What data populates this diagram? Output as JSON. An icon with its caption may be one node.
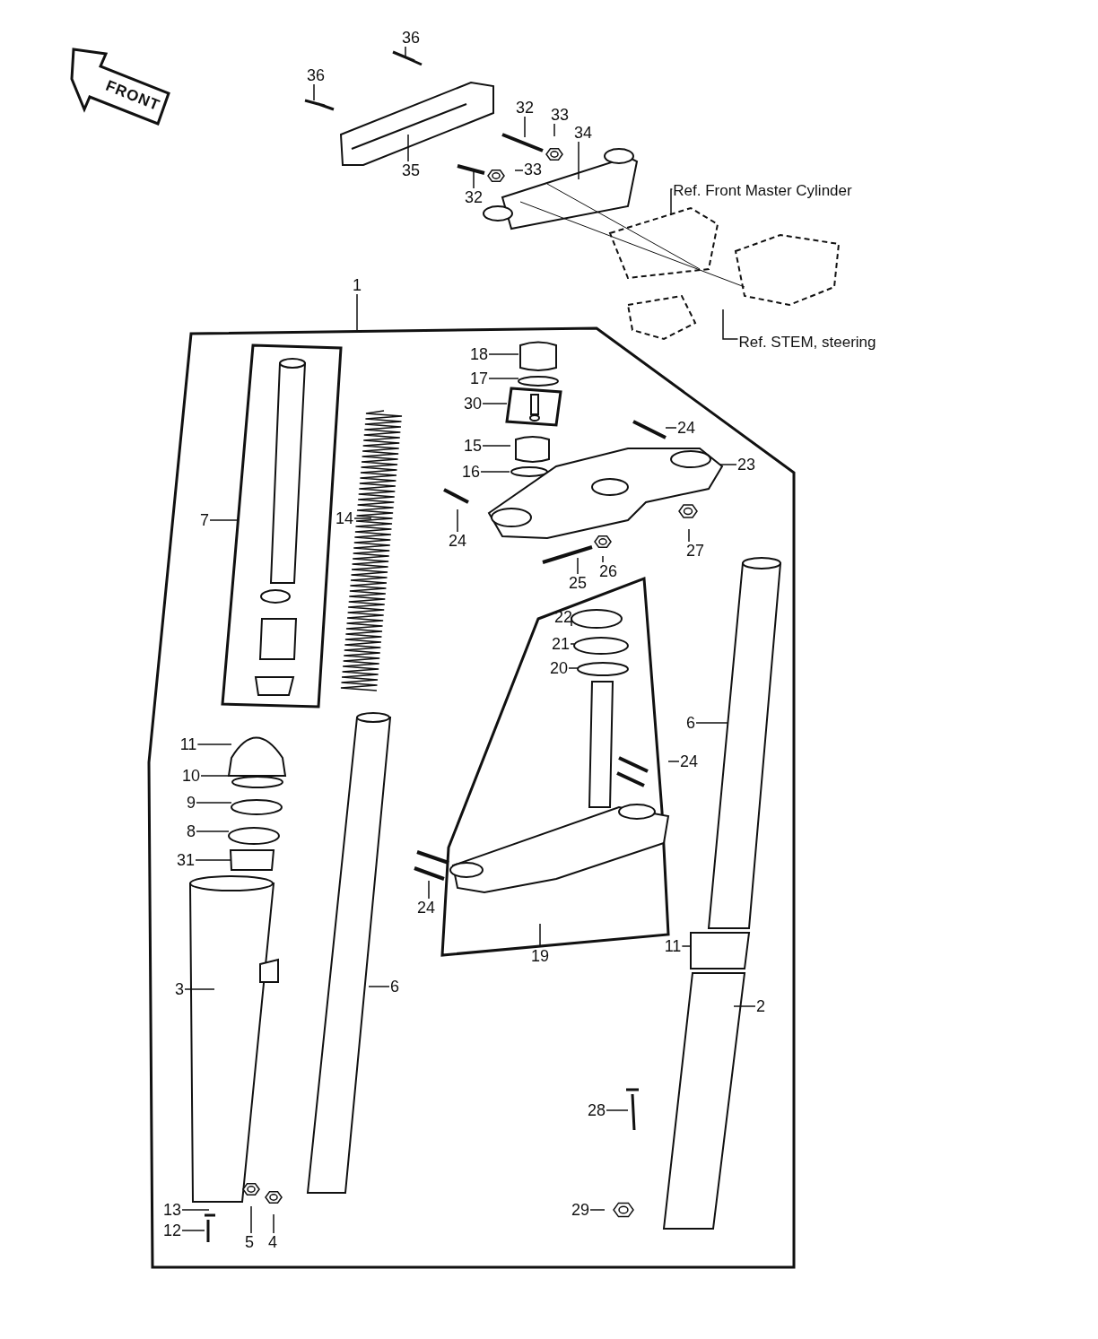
{
  "diagram": {
    "nodes": [
      {
        "text": [
          "36"
        ]
      },
      {
        "text": [
          "36"
        ]
      },
      {
        "text": [
          "32"
        ]
      },
      {
        "text": [
          "33"
        ]
      },
      {
        "text": [
          "34"
        ]
      },
      {
        "text": [
          "35"
        ]
      },
      {
        "text": [
          "33"
        ]
      },
      {
        "text": [
          "Ref. Front Master Cylinder"
        ]
      },
      {
        "text": [
          "32"
        ]
      },
      {
        "text": [
          "1"
        ]
      },
      {
        "text": [
          "Ref. STEM, steering"
        ]
      },
      {
        "text": [
          "18"
        ]
      },
      {
        "text": [
          "17"
        ]
      },
      {
        "text": [
          "30"
        ]
      },
      {
        "text": [
          "24"
        ]
      },
      {
        "text": [
          "15"
        ]
      },
      {
        "text": [
          "23"
        ]
      },
      {
        "text": [
          "16"
        ]
      },
      {
        "text": [
          "14"
        ]
      },
      {
        "text": [
          "7"
        ]
      },
      {
        "text": [
          "24"
        ]
      },
      {
        "text": [
          "27"
        ]
      },
      {
        "text": [
          "26"
        ]
      },
      {
        "text": [
          "25"
        ]
      },
      {
        "text": [
          "22"
        ]
      },
      {
        "text": [
          "21"
        ]
      },
      {
        "text": [
          "20"
        ]
      },
      {
        "text": [
          "6"
        ]
      },
      {
        "text": [
          "11"
        ]
      },
      {
        "text": [
          "24"
        ]
      },
      {
        "text": [
          "10"
        ]
      },
      {
        "text": [
          "9"
        ]
      },
      {
        "text": [
          "8"
        ]
      },
      {
        "text": [
          "31"
        ]
      },
      {
        "text": [
          "24"
        ]
      },
      {
        "text": [
          "11"
        ]
      },
      {
        "text": [
          "19"
        ]
      },
      {
        "text": [
          "6"
        ]
      },
      {
        "text": [
          "3"
        ]
      },
      {
        "text": [
          "2"
        ]
      },
      {
        "text": [
          "28"
        ]
      },
      {
        "text": [
          "29"
        ]
      },
      {
        "text": [
          "13"
        ]
      },
      {
        "text": [
          "12"
        ]
      },
      {
        "text": [
          "5"
        ]
      },
      {
        "text": [
          "4"
        ]
      }
    ],
    "edges": [
      {
        "from": 0,
        "to": null,
        "arrow": "none"
      },
      {
        "from": 1,
        "to": null,
        "arrow": "none"
      },
      {
        "from": 2,
        "to": null,
        "arrow": "none"
      },
      {
        "from": 3,
        "to": null,
        "arrow": "none"
      },
      {
        "from": 4,
        "to": null,
        "arrow": "none"
      },
      {
        "from": 5,
        "to": null,
        "arrow": "none"
      },
      {
        "from": 6,
        "to": null,
        "arrow": "none"
      },
      {
        "from": 7,
        "to": null,
        "arrow": "none"
      },
      {
        "from": 8,
        "to": null,
        "arrow": "none"
      },
      {
        "from": 9,
        "to": null,
        "arrow": "none"
      },
      {
        "from": 10,
        "to": null,
        "arrow": "none"
      },
      {
        "from": 11,
        "to": null,
        "arrow": "none"
      },
      {
        "from": 12,
        "to": null,
        "arrow": "none"
      },
      {
        "from": 13,
        "to": null,
        "arrow": "none"
      },
      {
        "from": 14,
        "to": null,
        "arrow": "none"
      },
      {
        "from": 15,
        "to": null,
        "arrow": "none"
      },
      {
        "from": 16,
        "to": null,
        "arrow": "none"
      },
      {
        "from": 17,
        "to": null,
        "arrow": "none"
      },
      {
        "from": 18,
        "to": null,
        "arrow": "none"
      },
      {
        "from": 19,
        "to": null,
        "arrow": "none"
      },
      {
        "from": 20,
        "to": null,
        "arrow": "none"
      },
      {
        "from": 21,
        "to": null,
        "arrow": "none"
      },
      {
        "from": 22,
        "to": null,
        "arrow": "none"
      },
      {
        "from": 23,
        "to": null,
        "arrow": "none"
      },
      {
        "from": 24,
        "to": null,
        "arrow": "none"
      },
      {
        "from": 25,
        "to": null,
        "arrow": "none"
      },
      {
        "from": 26,
        "to": null,
        "arrow": "none"
      },
      {
        "from": 27,
        "to": null,
        "arrow": "none"
      },
      {
        "from": 28,
        "to": null,
        "arrow": "none"
      },
      {
        "from": 29,
        "to": null,
        "arrow": "none"
      },
      {
        "from": 30,
        "to": null,
        "arrow": "none"
      },
      {
        "from": 31,
        "to": null,
        "arrow": "none"
      },
      {
        "from": 32,
        "to": null,
        "arrow": "none"
      },
      {
        "from": 33,
        "to": null,
        "arrow": "none"
      },
      {
        "from": 34,
        "to": null,
        "arrow": "none"
      },
      {
        "from": 35,
        "to": null,
        "arrow": "none"
      },
      {
        "from": 36,
        "to": null,
        "arrow": "none"
      },
      {
        "from": 37,
        "to": null,
        "arrow": "none"
      },
      {
        "from": 38,
        "to": null,
        "arrow": "none"
      },
      {
        "from": 39,
        "to": null,
        "arrow": "none"
      },
      {
        "from": 40,
        "to": null,
        "arrow": "none"
      },
      {
        "from": 41,
        "to": null,
        "arrow": "none"
      },
      {
        "from": 42,
        "to": null,
        "arrow": "none"
      },
      {
        "from": 43,
        "to": null,
        "arrow": "none"
      },
      {
        "from": 44,
        "to": null,
        "arrow": "none"
      },
      {
        "from": 45,
        "to": null,
        "arrow": "none"
      }
    ],
    "labels": [
      "FRONT"
    ]
  }
}
